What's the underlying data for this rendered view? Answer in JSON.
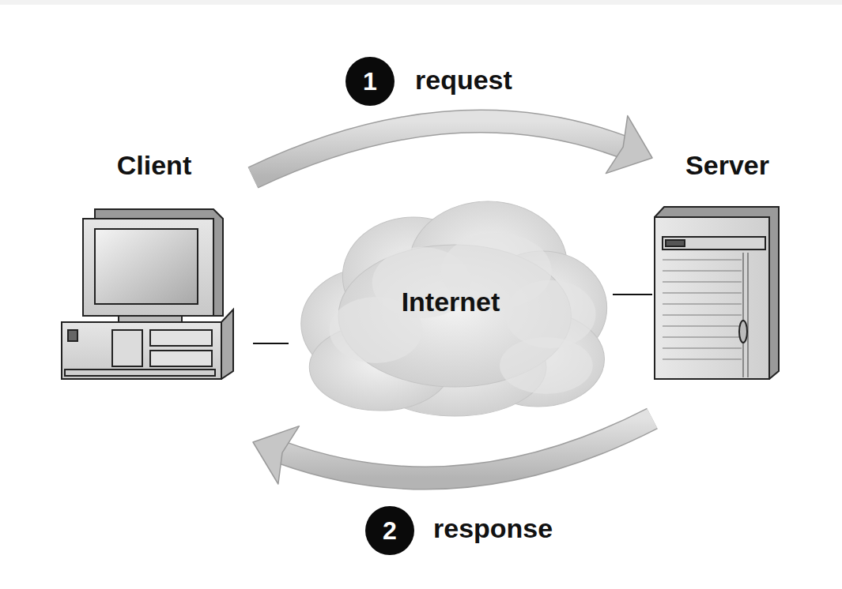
{
  "diagram": {
    "nodes": [
      {
        "text": [
          "Client"
        ]
      },
      {
        "text": [
          "Internet"
        ]
      },
      {
        "text": [
          "Server"
        ]
      }
    ],
    "edges": [
      {
        "from": 0,
        "to": 1,
        "arrow": "none"
      },
      {
        "from": 1,
        "to": 2,
        "arrow": "none"
      },
      {
        "from": 0,
        "to": 2,
        "label": "request",
        "arrow": "to"
      },
      {
        "from": 2,
        "to": 0,
        "label": "response",
        "arrow": "to"
      }
    ],
    "labels": [
      "1",
      "2"
    ]
  }
}
